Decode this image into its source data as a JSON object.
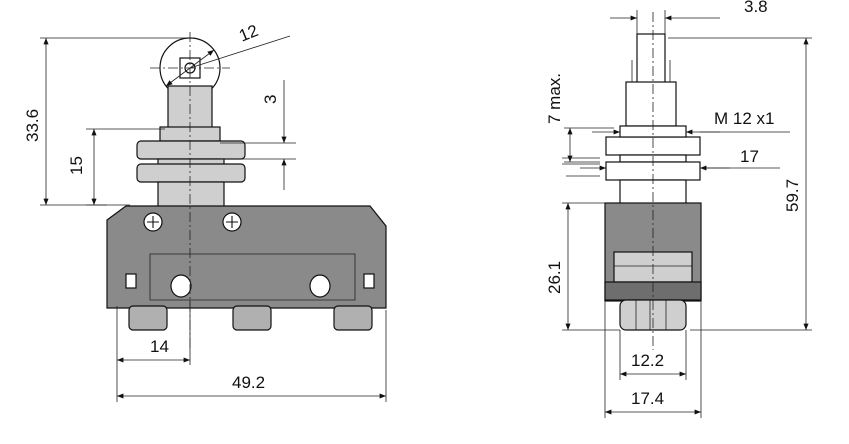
{
  "front_view": {
    "dims": {
      "roller_diameter": "12",
      "height_overall": "33.6",
      "thread_length": "15",
      "actuator_travel": "3",
      "hole_spacing": "14",
      "body_width": "49.2"
    }
  },
  "side_view": {
    "dims": {
      "plunger_width": "3.8",
      "pretravel_max": "7 max.",
      "thread_spec": "M 12 x1",
      "nut_width": "17",
      "total_height": "59.7",
      "body_height": "26.1",
      "base_inner_width": "12.2",
      "base_outer_width": "17.4"
    }
  },
  "colors": {
    "body": "#8a8a8a",
    "metal": "#cfcfcf",
    "terminals": "#b0b0b0"
  }
}
